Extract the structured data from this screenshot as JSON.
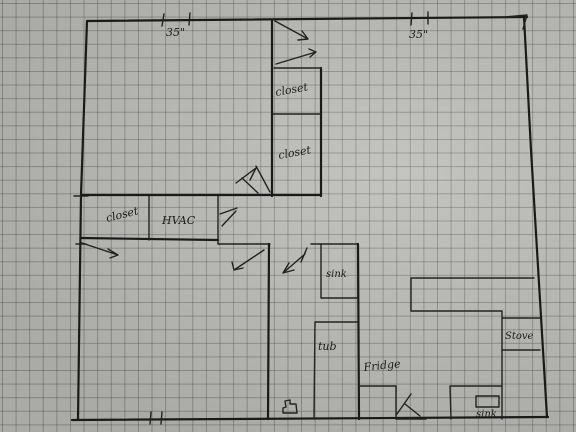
{
  "labels": {
    "dim_top_left": "35\"",
    "dim_top_right": "35\"",
    "closet_upper": "closet",
    "closet_lower": "closet",
    "closet_left": "closet",
    "hvac": "HVAC",
    "sink_center": "sink",
    "tub": "tub",
    "fridge": "Fridge",
    "stove": "Stove",
    "sink_kitchen": "sink"
  }
}
